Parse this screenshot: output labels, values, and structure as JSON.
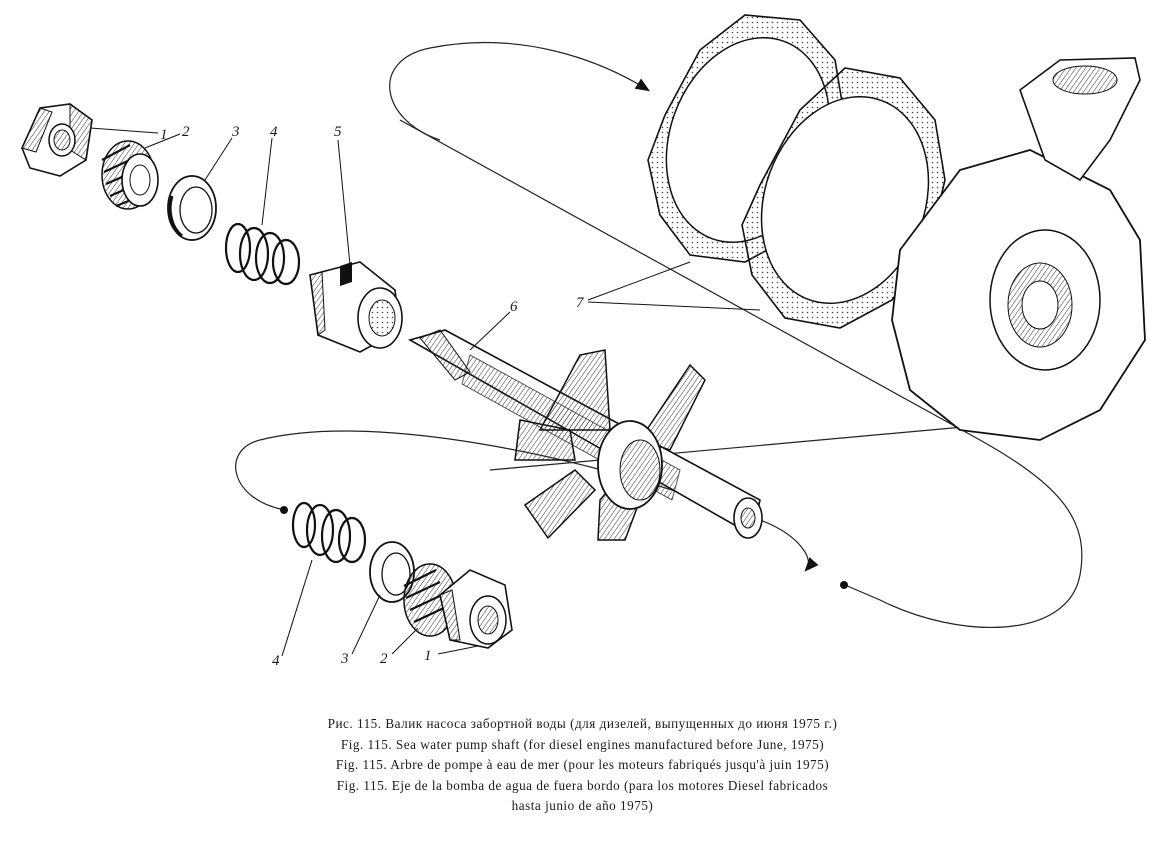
{
  "figure": {
    "callouts": {
      "c1_top": "1",
      "c2_top": "2",
      "c3_top": "3",
      "c4_top": "4",
      "c5": "5",
      "c6": "6",
      "c7": "7",
      "c4_bottom": "4",
      "c3_bottom": "3",
      "c2_bottom": "2",
      "c1_bottom": "1"
    }
  },
  "caption": {
    "ru": "Рис. 115. Валик насоса забортной воды (для дизелей, выпущенных до июня 1975 г.)",
    "en": "Fig. 115. Sea water pump shaft (for diesel engines manufactured before June, 1975)",
    "fr": "Fig. 115. Arbre de pompe à eau de mer (pour les moteurs fabriqués jusqu'à juin 1975)",
    "es_1": "Fig. 115. Eje de la bomba de agua de fuera bordo (para los motores Diesel fabricados",
    "es_2": "hasta junio de año 1975)"
  }
}
